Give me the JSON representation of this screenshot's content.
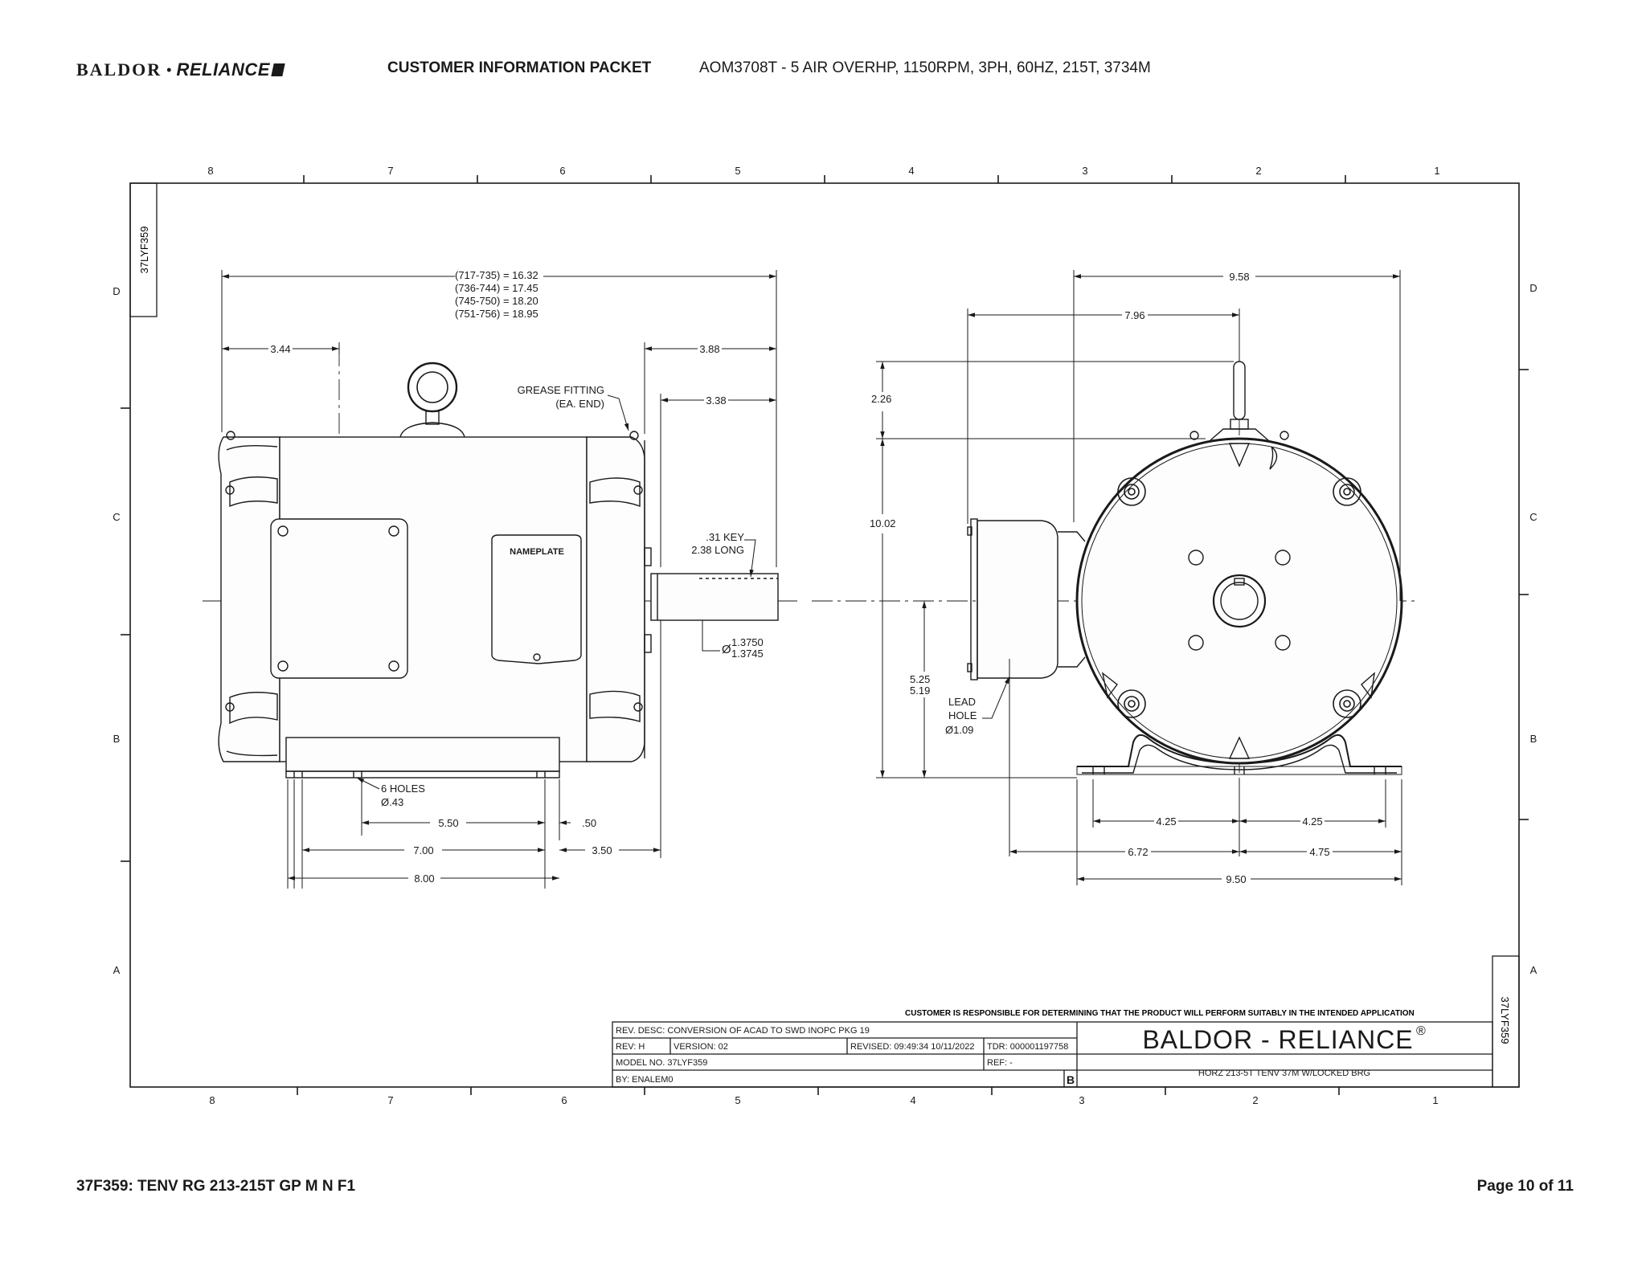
{
  "header": {
    "logo_left": "BALDOR",
    "logo_sep": "•",
    "logo_right": "RELIANCE",
    "packet_title": "CUSTOMER INFORMATION PACKET",
    "description": "AOM3708T - 5 AIR OVERHP, 1150RPM, 3PH, 60HZ, 215T, 3734M"
  },
  "zones": {
    "columns": [
      "8",
      "7",
      "6",
      "5",
      "4",
      "3",
      "2",
      "1"
    ],
    "rows": [
      "D",
      "C",
      "B",
      "A"
    ]
  },
  "drawing_id": "37LYF359",
  "side_view": {
    "overall_lengths": [
      "(717-735) = 16.32",
      "(736-744) = 17.45",
      "(745-750) = 18.20",
      "(751-756) = 18.95"
    ],
    "dim_3_44": "3.44",
    "dim_3_88": "3.88",
    "dim_3_38": "3.38",
    "grease_fitting": [
      "GREASE FITTING",
      "(EA. END)"
    ],
    "key": [
      ".31 KEY",
      "2.38 LONG"
    ],
    "shaft_dia_symbol": "Ø",
    "shaft_dia": [
      "1.3750",
      "1.3745"
    ],
    "nameplate": "NAMEPLATE",
    "holes": [
      "6 HOLES",
      "Ø.43"
    ],
    "dim_5_50": "5.50",
    "dim_0_50": ".50",
    "dim_7_00": "7.00",
    "dim_3_50": "3.50",
    "dim_8_00": "8.00"
  },
  "end_view": {
    "dim_9_58": "9.58",
    "dim_7_96": "7.96",
    "dim_2_26": "2.26",
    "dim_10_02": "10.02",
    "shaft_height": [
      "5.25",
      "5.19"
    ],
    "lead_hole": [
      "LEAD",
      "HOLE",
      "Ø1.09"
    ],
    "dim_4_25_left": "4.25",
    "dim_4_25_right": "4.25",
    "dim_6_72": "6.72",
    "dim_4_75": "4.75",
    "dim_9_50": "9.50"
  },
  "title_block": {
    "notice": "CUSTOMER IS RESPONSIBLE FOR DETERMINING THAT THE PRODUCT WILL PERFORM SUITABLY IN THE INTENDED APPLICATION",
    "rev_desc": "REV. DESC: CONVERSION OF ACAD TO SWD INOPC PKG 19",
    "rev": "REV:  H",
    "version": "VERSION:  02",
    "revised": "REVISED:  09:49:34 10/11/2022",
    "tdr": "TDR: 000001197758",
    "model": "MODEL NO.  37LYF359",
    "ref": "REF:  -",
    "by": "BY: ENALEM0",
    "sheet_size": "B",
    "company": "BALDOR - RELIANCE",
    "registered": "®",
    "title": "HORZ 213-5T TENV 37M W/LOCKED BRG"
  },
  "footer": {
    "left": "37F359: TENV RG 213-215T GP M N F1",
    "right": "Page 10 of 11"
  }
}
